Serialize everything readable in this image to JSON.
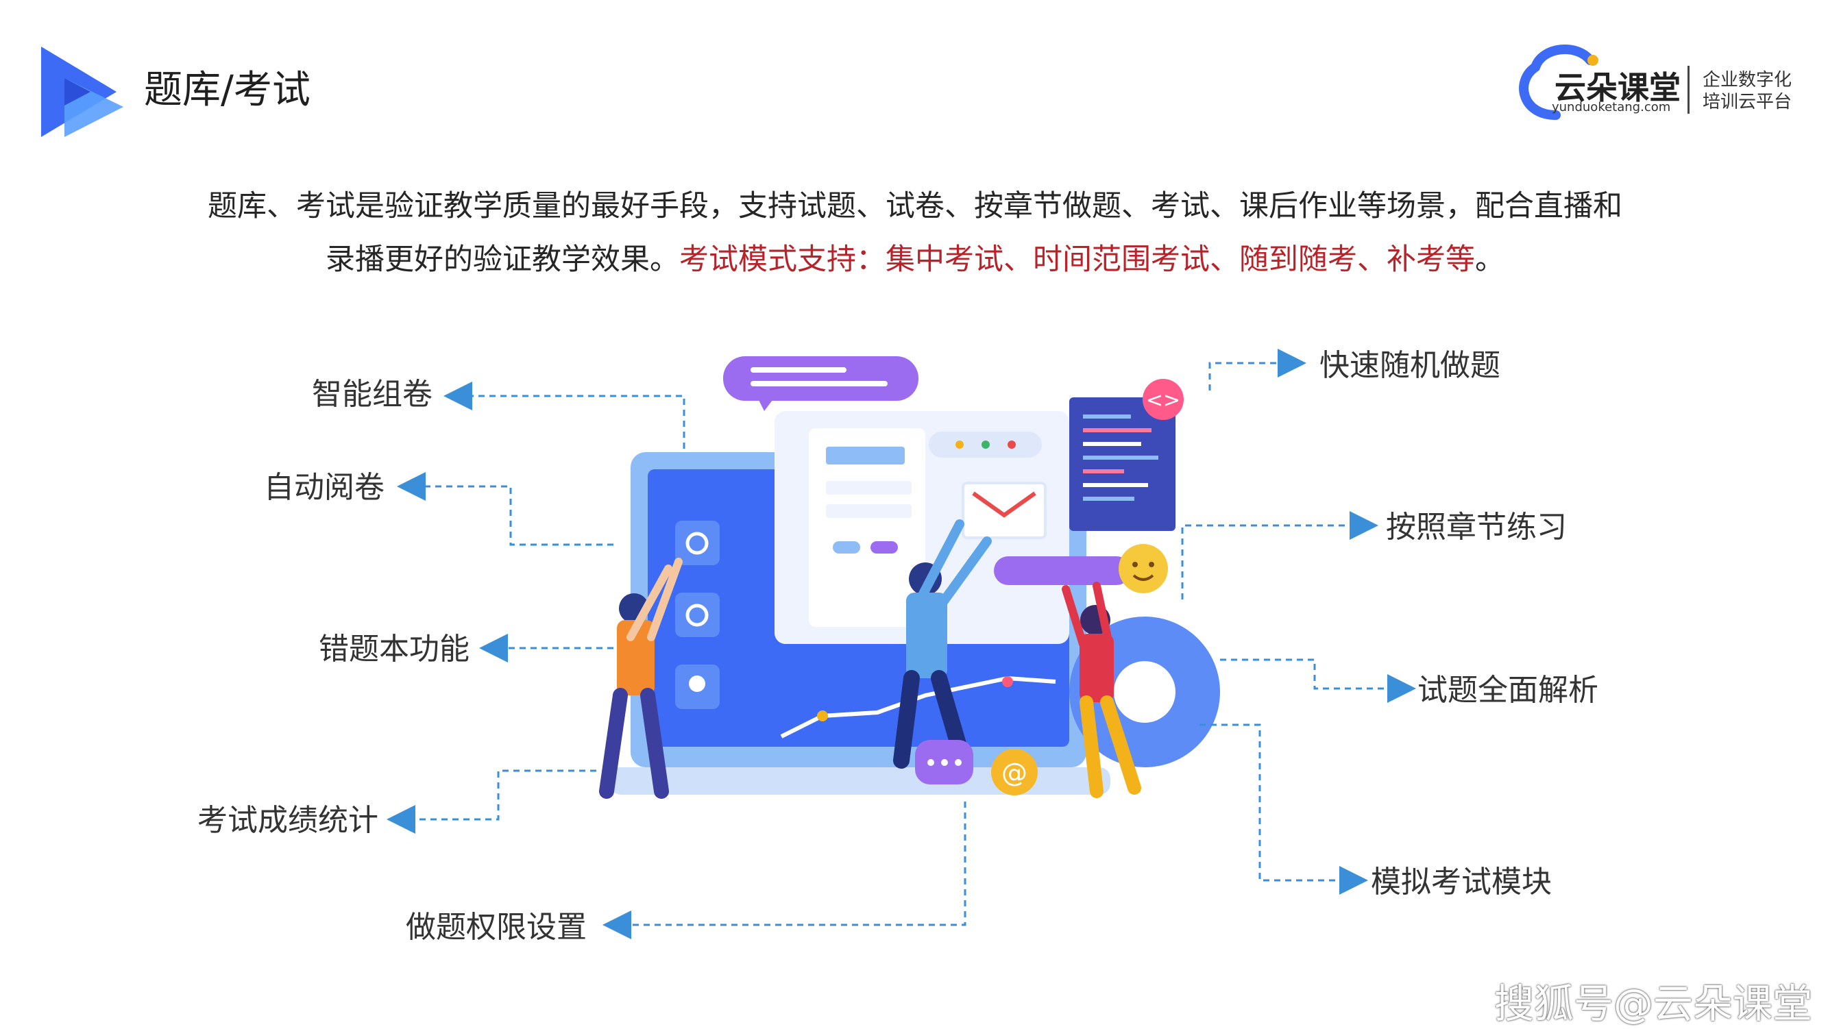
{
  "header": {
    "title": "题库/考试",
    "brand_name": "云朵课堂",
    "brand_url": "yunduoketang.com",
    "brand_tagline_1": "企业数字化",
    "brand_tagline_2": "培训云平台"
  },
  "intro": {
    "line1": "题库、考试是验证教学质量的最好手段，支持试题、试卷、按章节做题、考试、课后作业等场景，配合直播和",
    "line2_plain": "录播更好的验证教学效果。",
    "line2_highlight": "考试模式支持：集中考试、时间范围考试、随到随考、补考等",
    "line2_end": "。"
  },
  "features_left": [
    "智能组卷",
    "自动阅卷",
    "错题本功能",
    "考试成绩统计",
    "做题权限设置"
  ],
  "features_right": [
    "快速随机做题",
    "按照章节练习",
    "试题全面解析",
    "模拟考试模块"
  ],
  "illustration": {
    "code_badge": "<>",
    "at_badge": "@"
  },
  "watermark": "搜狐号@云朵课堂",
  "colors": {
    "accent_blue": "#3d6bf5",
    "highlight_red": "#b8232a",
    "purple": "#9b6cf0",
    "connector": "#3a8fd8"
  }
}
